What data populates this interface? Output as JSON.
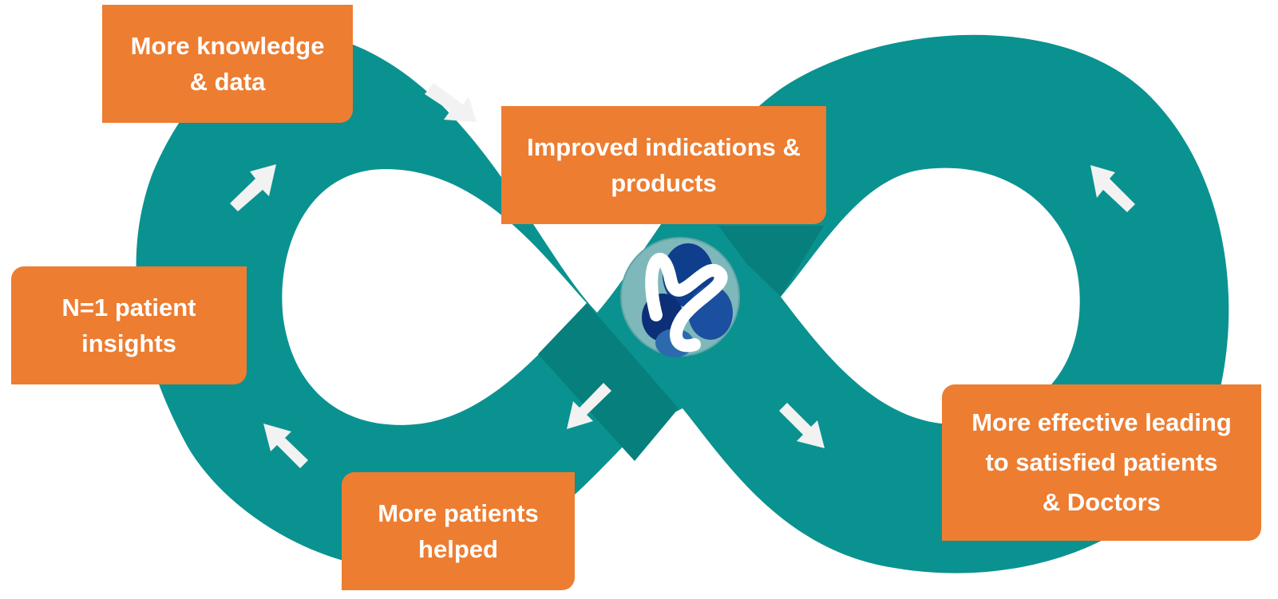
{
  "colors": {
    "loop": "#0A9290",
    "loop_shade": "#077F7C",
    "box": "#ED7D31",
    "box_text": "#FFFFFF",
    "arrow": "#F2F2F2"
  },
  "logo": {
    "icon": "m-logo-icon"
  },
  "steps": [
    {
      "lines": [
        "More knowledge",
        "& data"
      ]
    },
    {
      "lines": [
        "Improved indications &",
        "products"
      ]
    },
    {
      "lines": [
        "N=1 patient",
        "insights"
      ]
    },
    {
      "lines": [
        "More patients",
        "helped"
      ]
    },
    {
      "lines": [
        "More effective leading",
        "to satisfied patients",
        "& Doctors"
      ]
    }
  ],
  "arrows": [
    {
      "icon": "arrow-down-right-icon"
    },
    {
      "icon": "arrow-up-right-icon"
    },
    {
      "icon": "arrow-up-left-icon"
    },
    {
      "icon": "arrow-down-left-icon"
    },
    {
      "icon": "arrow-down-right-icon"
    },
    {
      "icon": "arrow-up-left-icon"
    }
  ]
}
